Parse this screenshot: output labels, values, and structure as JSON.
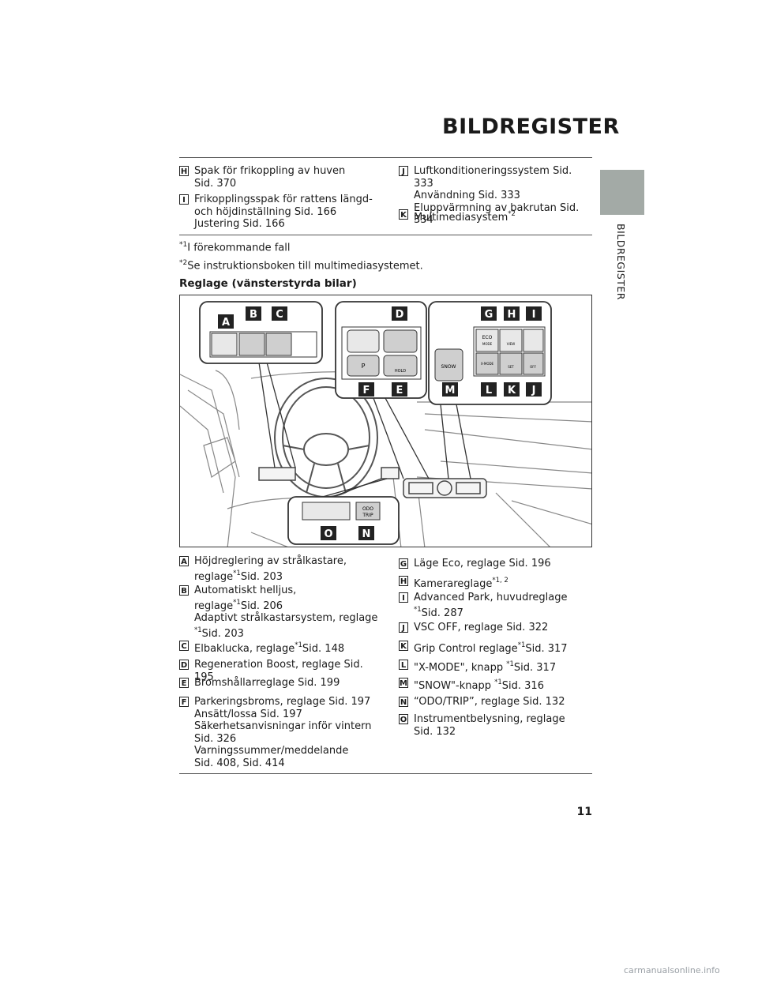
{
  "header": {
    "title": "BILDREGISTER",
    "side_label": "BILDREGISTER"
  },
  "top_left": [
    {
      "label": "H",
      "text": "Spak för frikoppling av huven\nSid. 370"
    },
    {
      "label": "I",
      "text": "Frikopplingsspak för rattens längd-\n och höjdinställning Sid. 166\n   Justering Sid. 166"
    }
  ],
  "top_right": [
    {
      "label": "J",
      "text": "Luftkonditioneringssystem Sid. 333\n   Användning Sid. 333\n   Eluppvärmning av bakrutan Sid. 334"
    },
    {
      "label": "K",
      "text": "Multimediasystem",
      "sup": "*2"
    }
  ],
  "notes": [
    {
      "sup": "*1",
      "text": "I förekommande fall"
    },
    {
      "sup": "*2",
      "text": "Se instruktionsboken till multimediasystemet."
    }
  ],
  "section_title": "Reglage (vänsterstyrda bilar)",
  "figure": {
    "callouts_top_left": [
      "A",
      "B",
      "C"
    ],
    "callout_top_mid": "D",
    "callouts_top_right": [
      "G",
      "H",
      "I"
    ],
    "callouts_mid": [
      "F",
      "E"
    ],
    "callouts_right": [
      "M",
      "L",
      "K",
      "J"
    ],
    "callouts_bottom": [
      "O",
      "N"
    ],
    "button_labels": {
      "eco": "ECO",
      "mode": "MODE",
      "view": "VIEW",
      "snow": "SNOW",
      "hold": "HOLD",
      "p": "P",
      "off": "OFF",
      "set": "SET",
      "odo": "ODO",
      "trip": "TRIP",
      "xmode": "X-MODE"
    }
  },
  "bottom_left": [
    {
      "label": "A",
      "pre": "Höjdreglering av strålkastare,\nreglage",
      "sup": "*1",
      "post": "Sid. 203"
    },
    {
      "label": "B",
      "pre": "Automatiskt helljus,\nreglage",
      "sup": "*1",
      "post": "Sid. 206\nAdaptivt strålkastarsystem, reglage",
      "sup2": "*1",
      "post2": "Sid. 203"
    },
    {
      "label": "C",
      "pre": "Elbaklucka, reglage",
      "sup": "*1",
      "post": "Sid. 148"
    },
    {
      "label": "D",
      "pre": "Regeneration Boost, reglage Sid. 195"
    },
    {
      "label": "E",
      "pre": "Bromshållarreglage Sid. 199"
    },
    {
      "label": "F",
      "pre": "Parkeringsbroms, reglage Sid. 197\n   Ansätt/lossa Sid. 197\n   Säkerhetsanvisningar inför vintern\n   Sid. 326\n   Varningssummer/meddelande\n   Sid. 408, Sid. 414"
    }
  ],
  "bottom_right": [
    {
      "label": "G",
      "pre": " Läge Eco, reglage Sid. 196"
    },
    {
      "label": "H",
      "pre": "Kamerareglage",
      "sup": "*1, 2"
    },
    {
      "label": "I",
      "pre": "Advanced Park, huvudreglage\n",
      "sup": "*1",
      "post": "Sid. 287"
    },
    {
      "label": "J",
      "pre": "VSC OFF, reglage Sid. 322"
    },
    {
      "label": "K",
      "pre": "Grip Control reglage",
      "sup": "*1",
      "post": "Sid. 317"
    },
    {
      "label": "L",
      "pre": "\"X-MODE\", knapp ",
      "sup": "*1",
      "post": "Sid. 317"
    },
    {
      "label": "M",
      "pre": " \"SNOW\"-knapp ",
      "sup": "*1",
      "post": "Sid. 316"
    },
    {
      "label": "N",
      "pre": "“ODO/TRIP”, reglage Sid. 132"
    },
    {
      "label": "O",
      "pre": "Instrumentbelysning, reglage\nSid. 132"
    }
  ],
  "page_number": "11",
  "watermark": "carmanualsonline.info"
}
